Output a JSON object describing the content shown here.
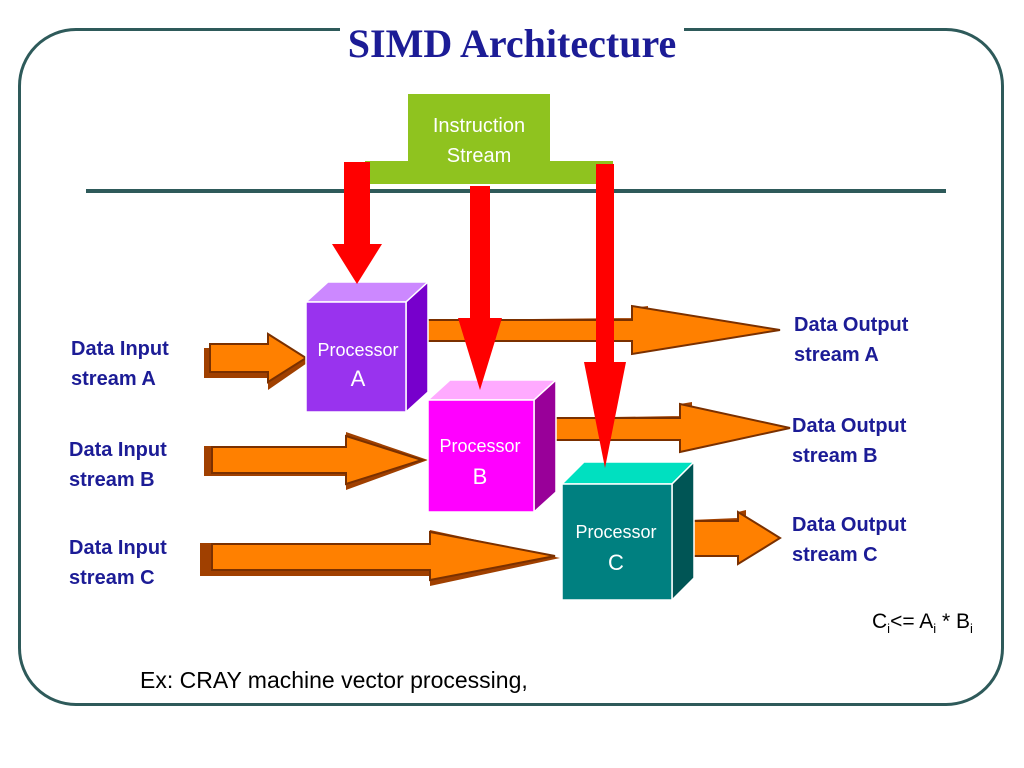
{
  "title": "SIMD Architecture",
  "instruction": {
    "line1": "Instruction",
    "line2": "Stream"
  },
  "processors": [
    {
      "word": "Processor",
      "letter": "A"
    },
    {
      "word": "Processor",
      "letter": "B"
    },
    {
      "word": "Processor",
      "letter": "C"
    }
  ],
  "inputs": [
    {
      "line1": "Data Input",
      "line2": "stream A"
    },
    {
      "line1": "Data Input",
      "line2": "stream B"
    },
    {
      "line1": "Data Input",
      "line2": "stream C"
    }
  ],
  "outputs": [
    {
      "line1": "Data Output",
      "line2": "stream A"
    },
    {
      "line1": "Data Output",
      "line2": "stream B"
    },
    {
      "line1": "Data Output",
      "line2": "stream C"
    }
  ],
  "formula": {
    "c": "C",
    "i1": "i",
    "op": "<= A",
    "i2": "i",
    "mul": " * B",
    "i3": "i"
  },
  "caption": "Ex: CRAY machine vector processing,",
  "colors": {
    "title": "#1c1c96",
    "instruction_box": "#8fc31f",
    "red_arrow": "#ff0000",
    "data_arrow": "#ff8000",
    "processor_a": "#9933ee",
    "processor_b": "#ff00ff",
    "processor_c": "#008080"
  }
}
